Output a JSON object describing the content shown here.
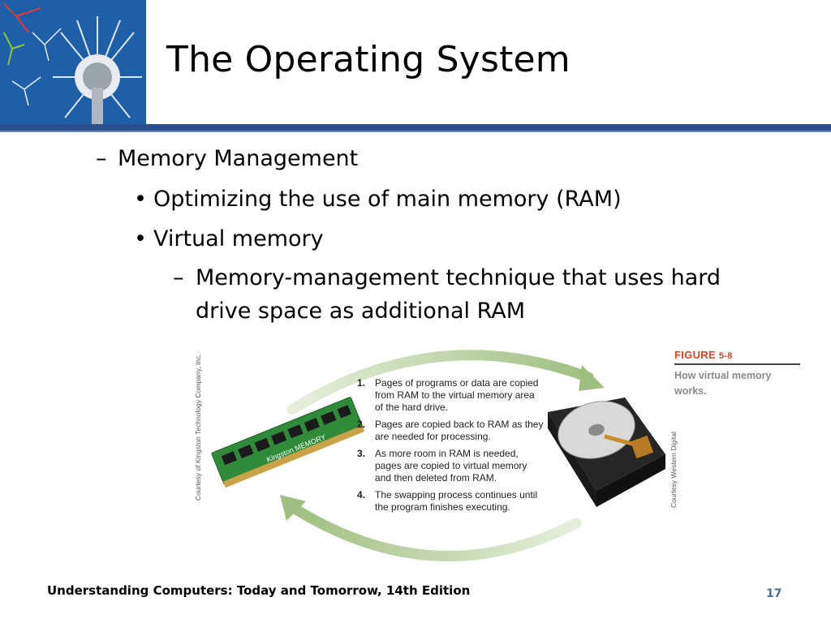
{
  "slide": {
    "title": "The Operating System",
    "bullets": {
      "level1_mark": "–",
      "level1": "Memory Management",
      "level2_mark": "•",
      "level2_a": "Optimizing the use of main memory (RAM)",
      "level2_b": "Virtual memory",
      "level3_mark": "–",
      "level3_line1": "Memory-management technique that uses hard",
      "level3_line2": "drive space as additional RAM"
    }
  },
  "figure": {
    "label_word": "FIGURE",
    "label_number": "5-8",
    "caption": "How virtual memory works.",
    "steps": [
      {
        "num": "1.",
        "text": "Pages of programs or data are copied from RAM to the virtual memory area of the hard drive."
      },
      {
        "num": "2.",
        "text": "Pages are copied back to RAM as they are needed for processing."
      },
      {
        "num": "3.",
        "text": "As more room in RAM is needed, pages are copied to virtual memory and then deleted from RAM."
      },
      {
        "num": "4.",
        "text": "The swapping process continues until the program finishes executing."
      }
    ],
    "credit_left": "Courtesy of Kingston Technology Company, Inc.",
    "credit_right": "Courtesy Western Digital",
    "ram_brand": "Kingston MEMORY"
  },
  "footer": {
    "text": "Understanding Computers: Today and Tomorrow, 14th Edition",
    "page_number": "17"
  },
  "colors": {
    "header_blue": "#1f5fa8",
    "rule_blue": "#2b4f8f",
    "arrow_green": "#a7c28a",
    "figure_red": "#d2472a",
    "page_number_blue": "#4a6aa0"
  }
}
